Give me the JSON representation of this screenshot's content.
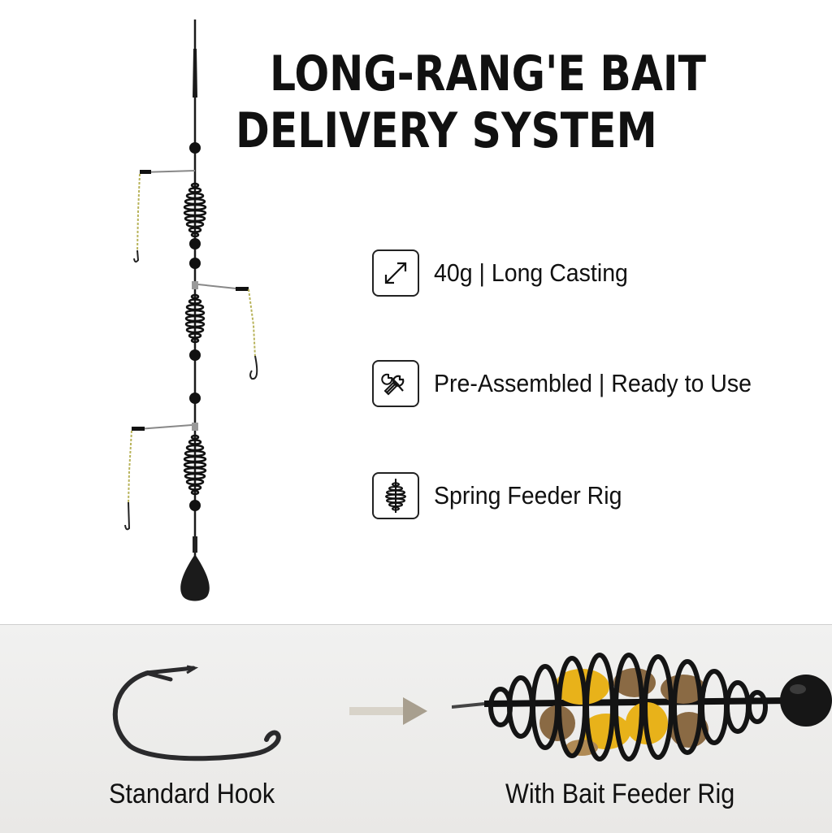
{
  "title": {
    "line1": "LONG-RANG'E BAIT",
    "line2": "DELIVERY SYSTEM"
  },
  "features": [
    {
      "icon": "diagonal-arrows-icon",
      "label": "40g | Long Casting"
    },
    {
      "icon": "wrench-icon",
      "label": "Pre-Assembled | Ready to Use"
    },
    {
      "icon": "spring-icon",
      "label": "Spring Feeder Rig"
    }
  ],
  "comparison": {
    "left_caption": "Standard Hook",
    "right_caption": "With Bait Feeder Rig"
  },
  "colors": {
    "text": "#111111",
    "bait_yellow": "#e8b21a",
    "bait_brown": "#8a6a44",
    "bottom_panel": "#efeeec"
  }
}
